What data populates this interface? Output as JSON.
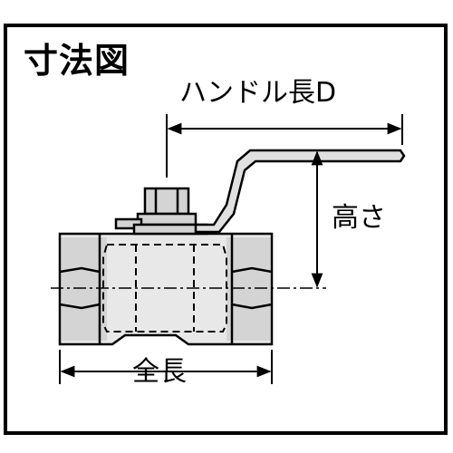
{
  "title": "寸法図",
  "dimensions": {
    "handle_length": "ハンドル長D",
    "height": "高さ",
    "overall_length": "全長"
  },
  "colors": {
    "line": "#000000",
    "body_fill": "#e8e8e8",
    "background": "#ffffff"
  }
}
